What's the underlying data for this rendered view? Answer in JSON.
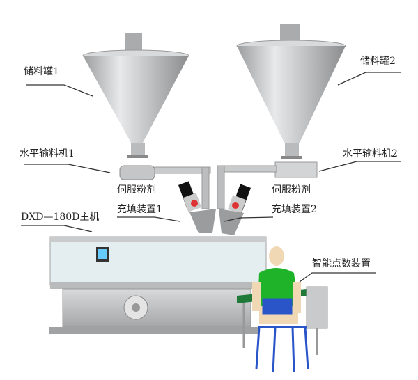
{
  "labels": {
    "hopper1": "储料罐1",
    "hopper2": "储料罐2",
    "conveyor1": "水平输料机1",
    "conveyor2": "水平输料机2",
    "filler1_line1": "伺服粉剂",
    "filler1_line2": "充填装置1",
    "filler2_line1": "伺服粉剂",
    "filler2_line2": "充填装置2",
    "main_machine": "DXD—180D主机",
    "counting_device": "智能点数装置"
  },
  "colors": {
    "steel": "#c8cacc",
    "steel_dark": "#8e9194",
    "shirt": "#1fb32a",
    "chair": "#2a55c8",
    "belt": "#1f7a3a",
    "leader": "#333333"
  }
}
